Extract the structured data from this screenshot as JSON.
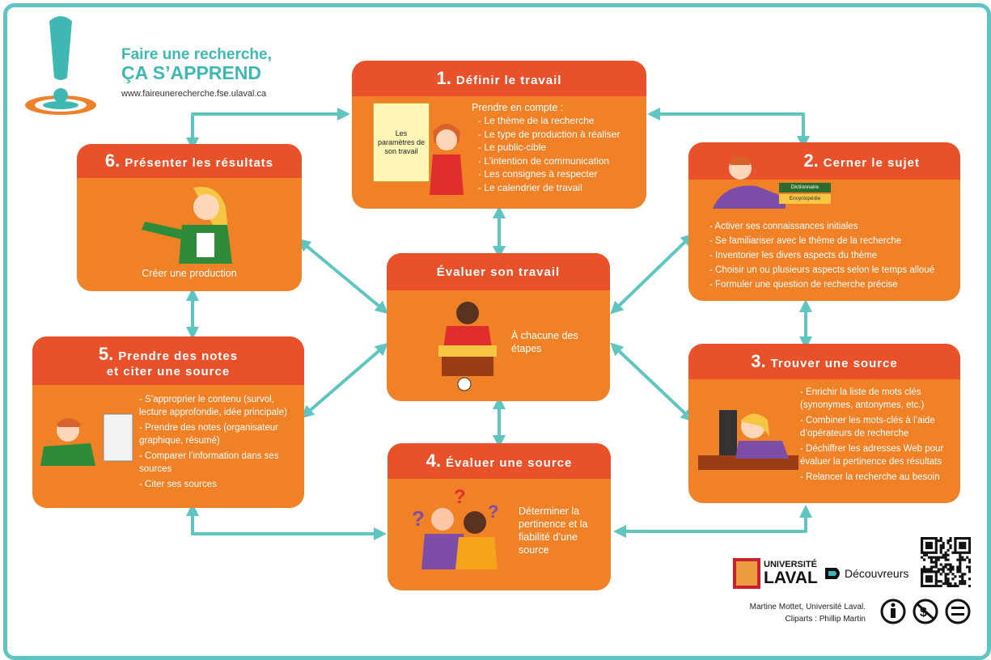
{
  "brand": {
    "title_line1": "Faire une recherche,",
    "title_line2": "ÇA S’APPREND",
    "url": "www.faireunerecherche.fse.ulaval.ca"
  },
  "colors": {
    "teal": "#5ec5c1",
    "orange": "#f08127",
    "header_orange": "#e8512a"
  },
  "steps": {
    "s1": {
      "num": "1.",
      "title": "Définir le travail",
      "doc_label": "Les paramètres de son travail",
      "intro": "Prendre en compte :",
      "items": [
        "Le thème de la recherche",
        "Le type de production à réaliser",
        "Le public-cible",
        "L’intention de communication",
        "Les consignes à respecter",
        "Le calendrier de travail"
      ]
    },
    "s2": {
      "num": "2.",
      "title": "Cerner le sujet",
      "book1": "Dictionnaire",
      "book2": "Encyclopédie",
      "items": [
        "Activer ses connaissances initiales",
        "Se familiariser avec le thème de la recherche",
        "Inventorier les divers aspects du thème",
        "Choisir un ou plusieurs aspects selon le temps alloué",
        "Formuler une question de recherche précise"
      ]
    },
    "s3": {
      "num": "3.",
      "title": "Trouver une source",
      "items": [
        "Enrichir la liste de mots clés (synonymes, antonymes, etc.)",
        "Combiner les mots-clés à l’aide d’opérateurs de recherche",
        "Déchiffrer les adresses Web pour évaluer la pertinence des résultats",
        "Relancer la recherche au besoin"
      ]
    },
    "s4": {
      "num": "4.",
      "title": "Évaluer une source",
      "text": "Déterminer la pertinence et la fiabilité d’une source"
    },
    "s5": {
      "num": "5.",
      "title_line1": "Prendre des notes",
      "title_line2": "et citer une source",
      "items": [
        "S’approprier le contenu (survol, lecture approfondie, idée principale)",
        "Prendre des notes (organisateur graphique, résumé)",
        "Comparer l’information dans ses sources",
        "Citer ses sources"
      ]
    },
    "s6": {
      "num": "6.",
      "title": "Présenter les résultats",
      "text": "Créer une production"
    },
    "center": {
      "title": "Évaluer son travail",
      "text": "À chacune des étapes"
    }
  },
  "footer": {
    "ulaval_line1": "UNIVERSITÉ",
    "ulaval_line2": "LAVAL",
    "decouvreurs": "Découvreurs",
    "credit_line1": "Martine Mottet, Université Laval.",
    "credit_line2": "Cliparts : Phillip Martin",
    "license_icons": [
      "cc-by-icon",
      "cc-nc-icon",
      "cc-nd-icon"
    ]
  }
}
